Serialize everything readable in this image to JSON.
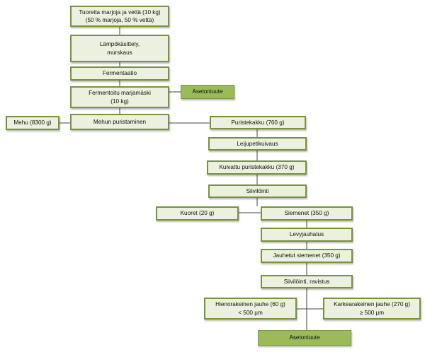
{
  "nodes": {
    "raw_material": "Tuoreita marjoja ja vettä (10 kg)\n(50 % marjoja, 50 % vettä)",
    "heat_treatment": "Lämpökäsittely,\nmurskaus",
    "fermentation": "Fermentaatio",
    "fermented_mash": "Fermentoitu  marjamäski\n(10 kg)",
    "acetone_extract_top": "Asetoniuute",
    "juice": "Mehu (8300 g)",
    "juice_pressing": "Mehun puristaminen",
    "press_cake": "Puristekakku (760 g)",
    "fluid_bed_drying": "Leijupetikuivaus",
    "dried_press_cake": "Kuivattu puristekakku (370 g)",
    "sieving": "Siivilöinti",
    "skins": "Kuoret (20 g)",
    "seeds": "Siemenet  (350 g)",
    "disc_milling": "Levyjauhatus",
    "milled_seeds": "Jauhetut siemenet (350 g)",
    "sieving_shaking": "Siivilöinti, ravistus",
    "fine_flour": "Hienorakeinen jauhe (60 g)\n< 500 µm",
    "coarse_flour": "Karkearakeinen jauhe (270 g)\n≥ 500 µm",
    "acetone_extract_bottom": "Asetoniuute"
  },
  "colors": {
    "box_fill": "#ebf1de",
    "box_border": "#77933c",
    "highlight_fill": "#9bbb59",
    "connector": "#444444"
  }
}
